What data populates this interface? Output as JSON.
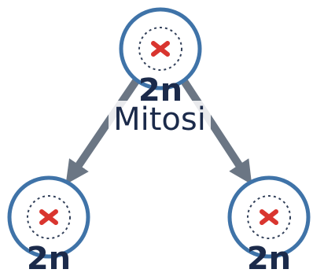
{
  "process_label": "Mitosi",
  "cells": [
    {
      "role": "parent",
      "ploidy": "2n"
    },
    {
      "role": "daughter-left",
      "ploidy": "2n"
    },
    {
      "role": "daughter-right",
      "ploidy": "2n"
    }
  ],
  "colors": {
    "cell_border": "#3f73a8",
    "nucleus_border": "#33415a",
    "chromosome": "#d9352f",
    "arrow": "#6b7684",
    "text": "#1b2a4a",
    "background": "#ffffff"
  },
  "icons": {
    "chromosome": "chromosome-icon",
    "arrow": "arrow-icon"
  }
}
